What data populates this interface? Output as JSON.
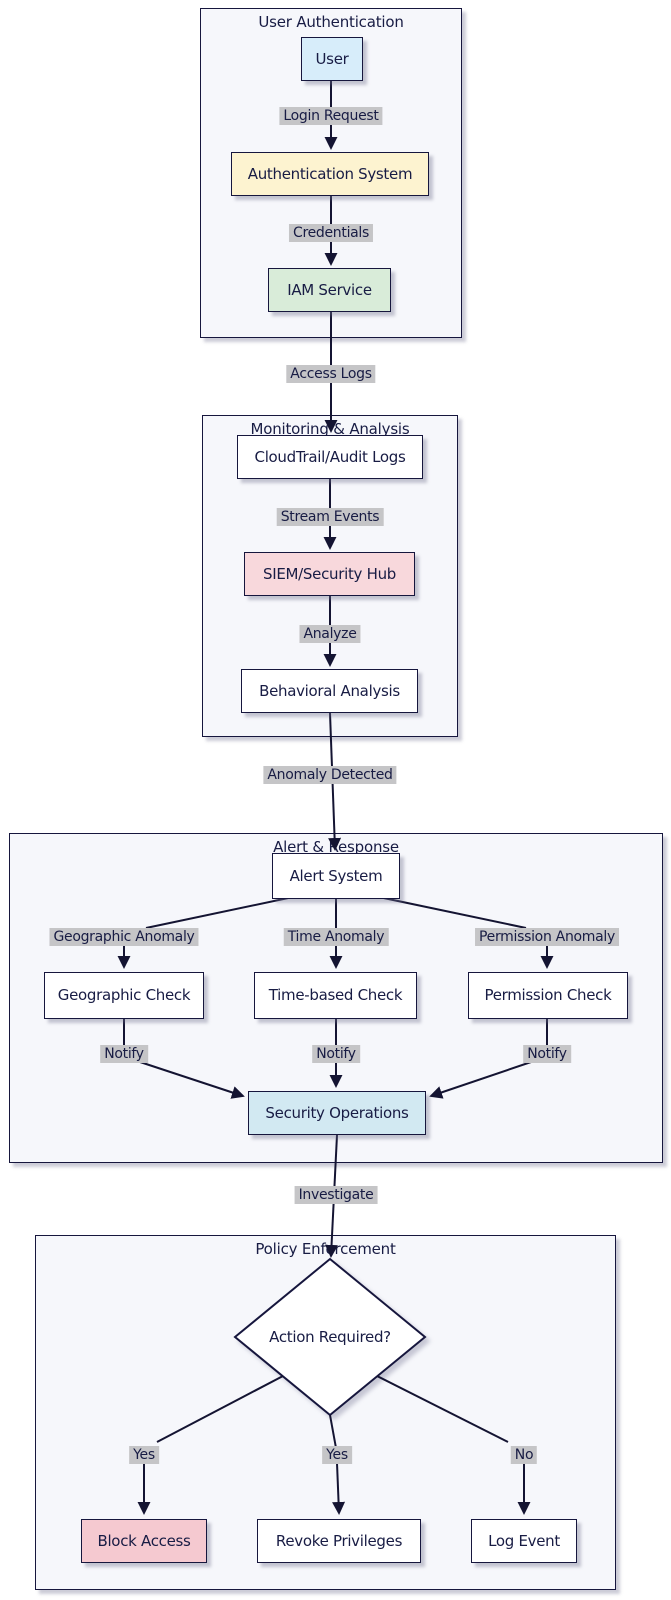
{
  "subgraphs": [
    {
      "title": "User Authentication"
    },
    {
      "title": "Monitoring & Analysis"
    },
    {
      "title": "Alert & Response"
    },
    {
      "title": "Policy Enforcement"
    }
  ],
  "nodes": {
    "user": {
      "label": "User",
      "fill": "#d7edfa"
    },
    "auth_system": {
      "label": "Authentication System",
      "fill": "#fdf3d0"
    },
    "iam": {
      "label": "IAM Service",
      "fill": "#d9ecd9"
    },
    "cloudtrail": {
      "label": "CloudTrail/Audit Logs",
      "fill": "#ffffff"
    },
    "siem": {
      "label": "SIEM/Security Hub",
      "fill": "#f8d8dc"
    },
    "behavioral": {
      "label": "Behavioral Analysis",
      "fill": "#ffffff"
    },
    "alert_system": {
      "label": "Alert System",
      "fill": "#ffffff"
    },
    "geo_check": {
      "label": "Geographic Check",
      "fill": "#ffffff"
    },
    "time_check": {
      "label": "Time-based Check",
      "fill": "#ffffff"
    },
    "perm_check": {
      "label": "Permission Check",
      "fill": "#ffffff"
    },
    "sec_ops": {
      "label": "Security Operations",
      "fill": "#d2e9f2"
    },
    "decision": {
      "label": "Action Required?",
      "fill": "#ffffff"
    },
    "block": {
      "label": "Block Access",
      "fill": "#f5c9d0"
    },
    "revoke": {
      "label": "Revoke Privileges",
      "fill": "#ffffff"
    },
    "log_event": {
      "label": "Log Event",
      "fill": "#ffffff"
    }
  },
  "edge_labels": {
    "login_request": "Login Request",
    "credentials": "Credentials",
    "access_logs": "Access Logs",
    "stream_events": "Stream Events",
    "analyze": "Analyze",
    "anomaly_detected": "Anomaly Detected",
    "geo_anomaly": "Geographic Anomaly",
    "time_anomaly": "Time Anomaly",
    "perm_anomaly": "Permission Anomaly",
    "notify_1": "Notify",
    "notify_2": "Notify",
    "notify_3": "Notify",
    "investigate": "Investigate",
    "yes_1": "Yes",
    "yes_2": "Yes",
    "no": "No"
  },
  "colors": {
    "background": "#ffffff",
    "subgraph_fill": "#f6f7fb",
    "edge_label_bg": "#c5c5c7",
    "line": "#141432",
    "border": "#16163d",
    "text": "#181c44"
  }
}
